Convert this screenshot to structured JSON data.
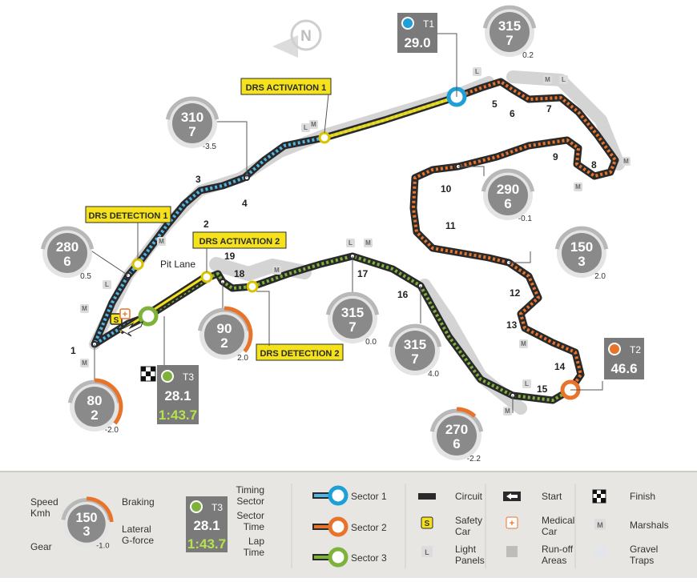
{
  "colors": {
    "sector1": "#1e9fd6",
    "sector2": "#e8742c",
    "sector3": "#7fb23a",
    "drs_yellow": "#f5e21a",
    "track_dark": "#2a2a2a",
    "runoff": "#c9c9c9",
    "gauge_gray": "#8a8a8a",
    "braking_orange": "#e8742c",
    "legend_bg": "#e8e6e3",
    "lap_time_green": "#b6e34d"
  },
  "compass": {
    "label": "N"
  },
  "drs_labels": {
    "activation1": "DRS ACTIVATION 1",
    "detection1": "DRS DETECTION 1",
    "activation2": "DRS ACTIVATION 2",
    "detection2": "DRS DETECTION 2"
  },
  "pit_lane": "Pit Lane",
  "corners": [
    "1",
    "2",
    "3",
    "4",
    "5",
    "6",
    "7",
    "8",
    "9",
    "10",
    "11",
    "12",
    "13",
    "14",
    "15",
    "16",
    "17",
    "18",
    "19"
  ],
  "gauges": [
    {
      "id": "g-corner-1",
      "speed": "80",
      "gear": "2",
      "lateral": "-2.0",
      "braking": 0.45
    },
    {
      "id": "g-corner-2",
      "speed": "280",
      "gear": "6",
      "lateral": "0.5",
      "braking": 0
    },
    {
      "id": "g-corner-4",
      "speed": "310",
      "gear": "7",
      "lateral": "-3.5",
      "braking": 0
    },
    {
      "id": "g-corner-5",
      "speed": "315",
      "gear": "7",
      "lateral": "0.2",
      "braking": 0
    },
    {
      "id": "g-corner-10",
      "speed": "290",
      "gear": "6",
      "lateral": "-0.1",
      "braking": 0
    },
    {
      "id": "g-corner-12",
      "speed": "150",
      "gear": "3",
      "lateral": "2.0",
      "braking": 0
    },
    {
      "id": "g-corner-15",
      "speed": "270",
      "gear": "6",
      "lateral": "-2.2",
      "braking": 0.15
    },
    {
      "id": "g-corner-16",
      "speed": "315",
      "gear": "7",
      "lateral": "4.0",
      "braking": 0
    },
    {
      "id": "g-corner-17",
      "speed": "315",
      "gear": "7",
      "lateral": "0.0",
      "braking": 0
    },
    {
      "id": "g-corner-18",
      "speed": "90",
      "gear": "2",
      "lateral": "2.0",
      "braking": 0.45
    }
  ],
  "timing": {
    "t1": {
      "label": "T1",
      "time": "29.0"
    },
    "t2": {
      "label": "T2",
      "time": "46.6"
    },
    "t3": {
      "label": "T3",
      "time": "28.1",
      "lap": "1:43.7"
    }
  },
  "legend": {
    "gauge": {
      "speed": "150",
      "gear": "3",
      "lateral": "-1.0",
      "speed_label": "Speed",
      "speed_unit": "Kmh",
      "gear_label": "Gear",
      "braking_label": "Braking",
      "lateral_label": "Lateral",
      "lateral_label2": "G-force"
    },
    "timing": {
      "label": "T3",
      "time": "28.1",
      "lap": "1:43.7",
      "timing_sector": "Timing",
      "timing_sector2": "Sector",
      "sector_time": "Sector",
      "sector_time2": "Time",
      "lap_time": "Lap",
      "lap_time2": "Time"
    },
    "sectors": [
      "Sector 1",
      "Sector 2",
      "Sector 3"
    ],
    "items": {
      "circuit": "Circuit",
      "safety_car": "Safety",
      "safety_car2": "Car",
      "light_panels": "Light",
      "light_panels2": "Panels",
      "start": "Start",
      "medical_car": "Medical",
      "medical_car2": "Car",
      "runoff": "Run-off",
      "runoff2": "Areas",
      "finish": "Finish",
      "marshals": "Marshals",
      "gravel": "Gravel",
      "gravel2": "Traps"
    },
    "badges": {
      "safety": "S",
      "light": "L",
      "marshal": "M",
      "medical": "+"
    }
  }
}
